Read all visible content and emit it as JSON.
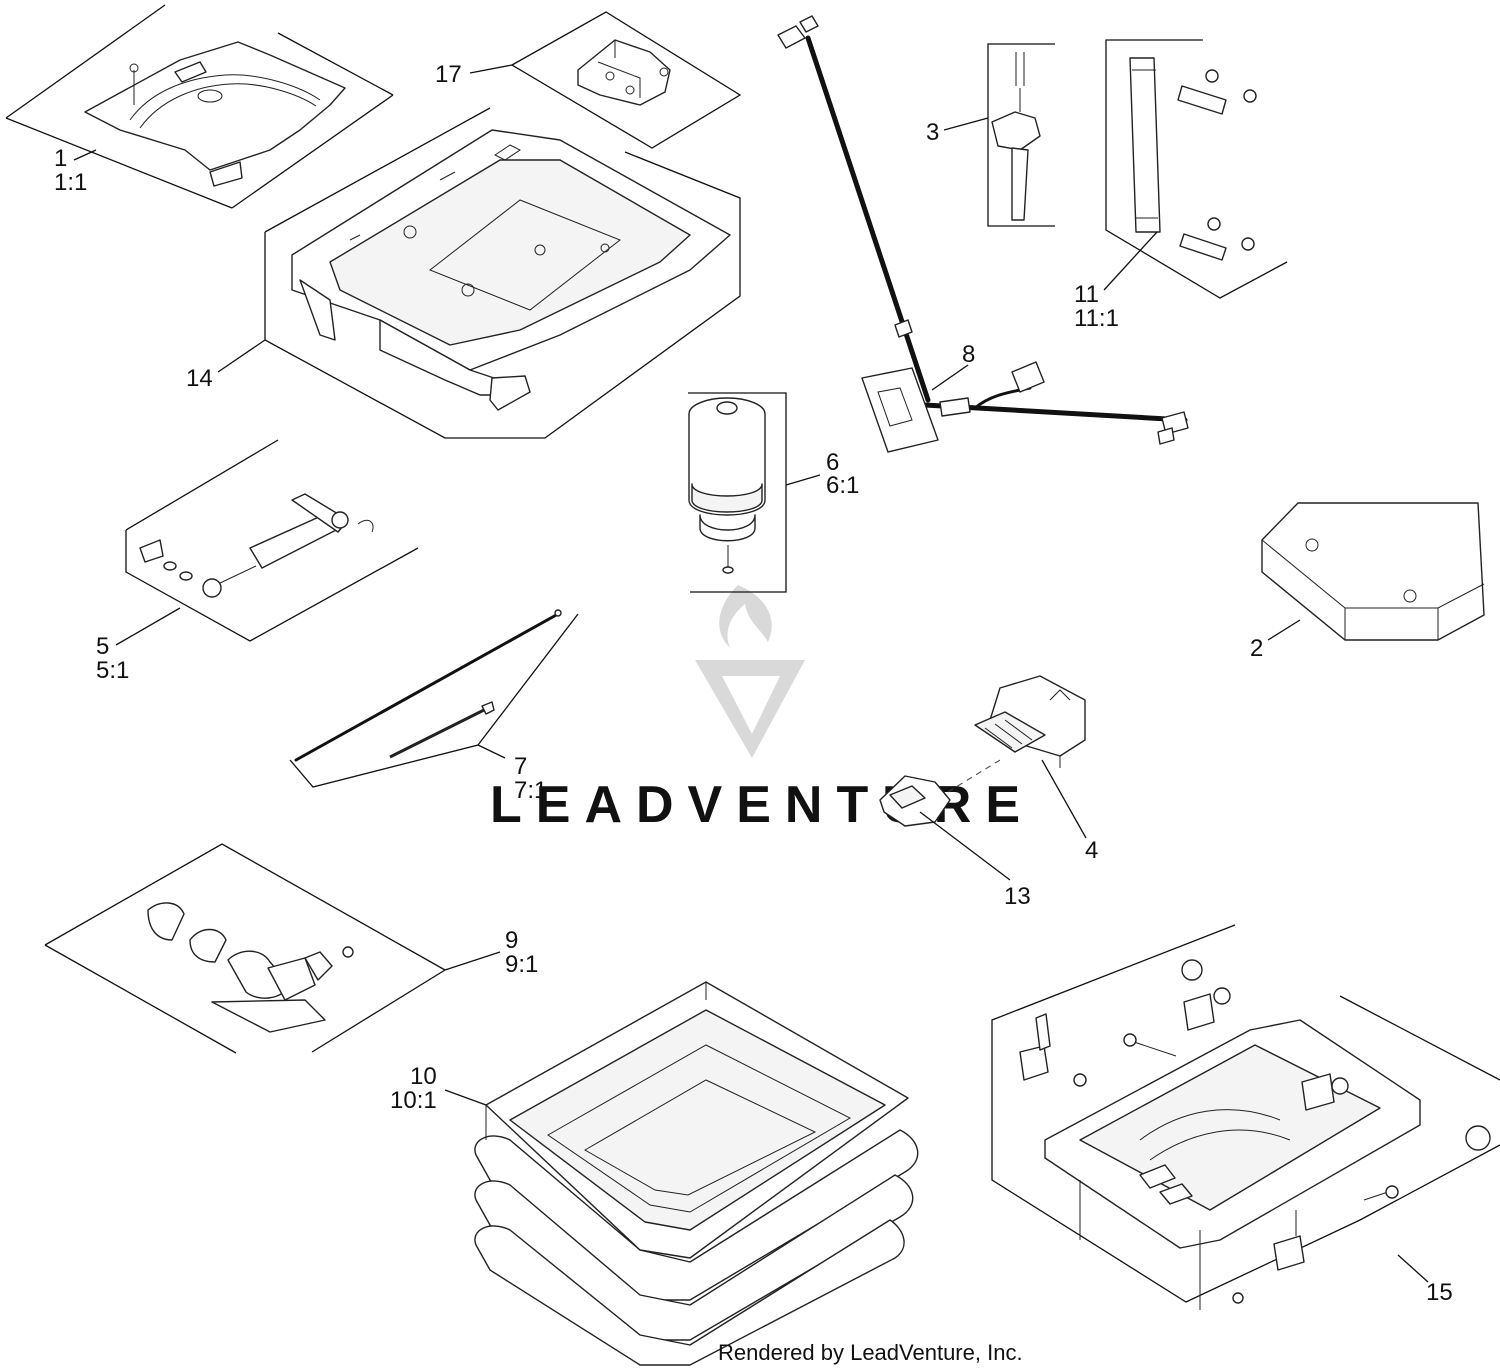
{
  "watermark": {
    "text": "LEADVENTURE"
  },
  "footer": {
    "text": "Rendered by LeadVenture, Inc."
  },
  "callouts": [
    {
      "id": "1",
      "number": "1",
      "qty": "1:1"
    },
    {
      "id": "2",
      "number": "2",
      "qty": ""
    },
    {
      "id": "3",
      "number": "3",
      "qty": ""
    },
    {
      "id": "4",
      "number": "4",
      "qty": ""
    },
    {
      "id": "5",
      "number": "5",
      "qty": "5:1"
    },
    {
      "id": "6",
      "number": "6",
      "qty": "6:1"
    },
    {
      "id": "7",
      "number": "7",
      "qty": "7:1"
    },
    {
      "id": "8",
      "number": "8",
      "qty": ""
    },
    {
      "id": "9",
      "number": "9",
      "qty": "9:1"
    },
    {
      "id": "10",
      "number": "10",
      "qty": "10:1"
    },
    {
      "id": "11",
      "number": "11",
      "qty": "11:1"
    },
    {
      "id": "13",
      "number": "13",
      "qty": ""
    },
    {
      "id": "14",
      "number": "14",
      "qty": ""
    },
    {
      "id": "15",
      "number": "15",
      "qty": ""
    },
    {
      "id": "17",
      "number": "17",
      "qty": ""
    }
  ]
}
